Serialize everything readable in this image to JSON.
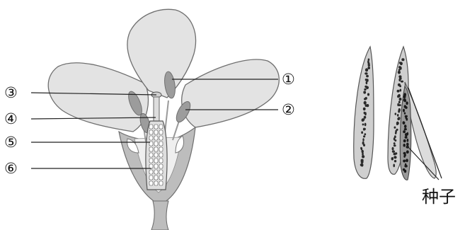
{
  "figure": {
    "left_panel": "flower-longitudinal-section",
    "right_panel": "seed-pods"
  },
  "labels": {
    "num_1": "①",
    "num_2": "②",
    "num_3": "③",
    "num_4": "④",
    "num_5": "⑤",
    "num_6": "⑥",
    "seed_caption": "种子"
  },
  "colors": {
    "petal_fill": "#e3e3e3",
    "petal_stroke": "#6f6f6f",
    "organ_fill": "#9c9c9c",
    "stem_fill": "#bdbdbd",
    "pod_fill": "#cfcfcf",
    "seed_dot": "#2a2a2a"
  }
}
